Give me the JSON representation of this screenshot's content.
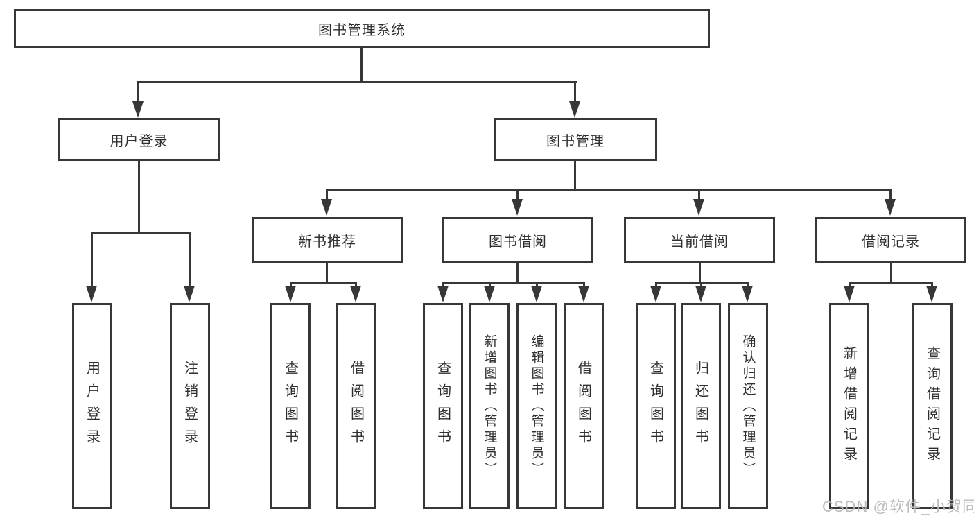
{
  "nodes": {
    "root": "图书管理系统",
    "user_login": "用户登录",
    "book_mgmt": "图书管理",
    "new_book_rec": "新书推荐",
    "book_borrow": "图书借阅",
    "current_borrow": "当前借阅",
    "borrow_records": "借阅记录",
    "leaf_user_login": "用户登录",
    "leaf_logout": "注销登录",
    "leaf_rec_query": "查询图书",
    "leaf_rec_borrow": "借阅图书",
    "leaf_bb_query": "查询图书",
    "leaf_bb_add": "新增图书（管理员）",
    "leaf_bb_edit": "编辑图书（管理员）",
    "leaf_bb_borrow": "借阅图书",
    "leaf_cb_query": "查询图书",
    "leaf_cb_return": "归还图书",
    "leaf_cb_confirm": "确认归还（管理员）",
    "leaf_br_add": "新增借阅记录",
    "leaf_br_query": "查询借阅记录"
  },
  "watermark": "CSDN @软件_小贺同学",
  "colors": {
    "line": "#373737",
    "text": "#2f2f2f",
    "background": "#ffffff",
    "watermark": "#b9b9b9"
  }
}
